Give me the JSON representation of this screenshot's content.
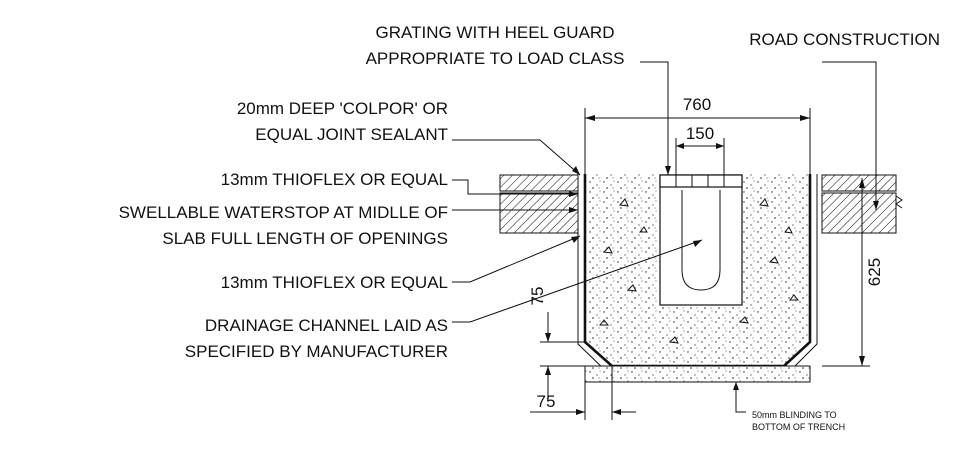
{
  "labels": {
    "grating": [
      "GRATING WITH HEEL GUARD",
      "APPROPRIATE TO LOAD CLASS"
    ],
    "road": "ROAD CONSTRUCTION",
    "sealant": [
      "20mm DEEP 'COLPOR' OR",
      "EQUAL JOINT SEALANT"
    ],
    "thioflex_top": "13mm THIOFLEX OR EQUAL",
    "waterstop": [
      "SWELLABLE WATERSTOP AT MIDLLE OF",
      "SLAB FULL LENGTH OF OPENINGS"
    ],
    "thioflex_mid": "13mm THIOFLEX OR EQUAL",
    "channel": [
      "DRAINAGE CHANNEL LAID AS",
      "SPECIFIED BY MANUFACTURER"
    ],
    "blinding": [
      "50mm BLINDING TO",
      "BOTTOM OF TRENCH"
    ]
  },
  "dimensions": {
    "width": "760",
    "grating_width": "150",
    "depth": "625",
    "haunch_vertical": "75",
    "haunch_horizontal": "75"
  },
  "colors": {
    "line": "#111111",
    "background": "#ffffff"
  }
}
